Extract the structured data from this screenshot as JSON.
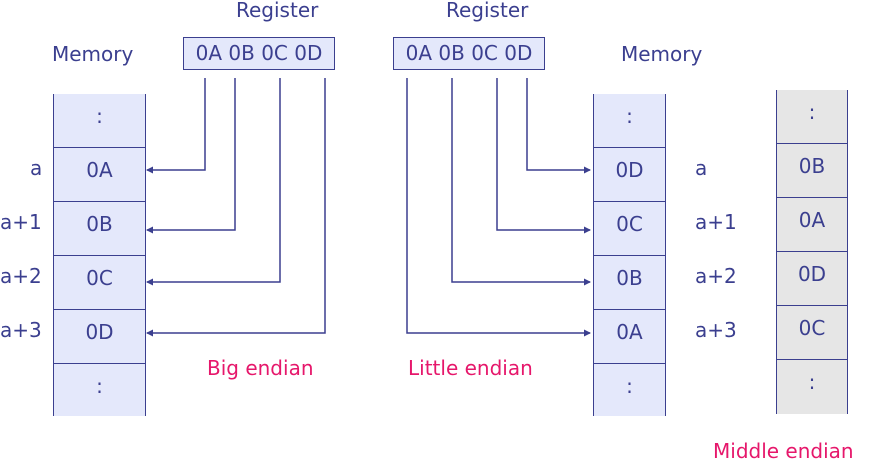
{
  "big_endian": {
    "register_title": "Register",
    "register_value": "0A 0B 0C 0D",
    "memory_title": "Memory",
    "addresses": [
      "a",
      "a+1",
      "a+2",
      "a+3"
    ],
    "cells": [
      ":",
      "0A",
      "0B",
      "0C",
      "0D",
      ":"
    ],
    "caption": "Big endian"
  },
  "little_endian": {
    "register_title": "Register",
    "register_value": "0A 0B 0C 0D",
    "memory_title": "Memory",
    "addresses": [
      "a",
      "a+1",
      "a+2",
      "a+3"
    ],
    "cells": [
      ":",
      "0D",
      "0C",
      "0B",
      "0A",
      ":"
    ],
    "caption": "Little endian"
  },
  "middle_endian": {
    "cells": [
      ":",
      "0B",
      "0A",
      "0D",
      "0C",
      ":"
    ],
    "caption": "Middle endian"
  },
  "colors": {
    "ink": "#3b3f8f",
    "caption": "#e6176b",
    "memory_fill": "#e4e8fb",
    "middle_fill": "#e6e6e6"
  }
}
